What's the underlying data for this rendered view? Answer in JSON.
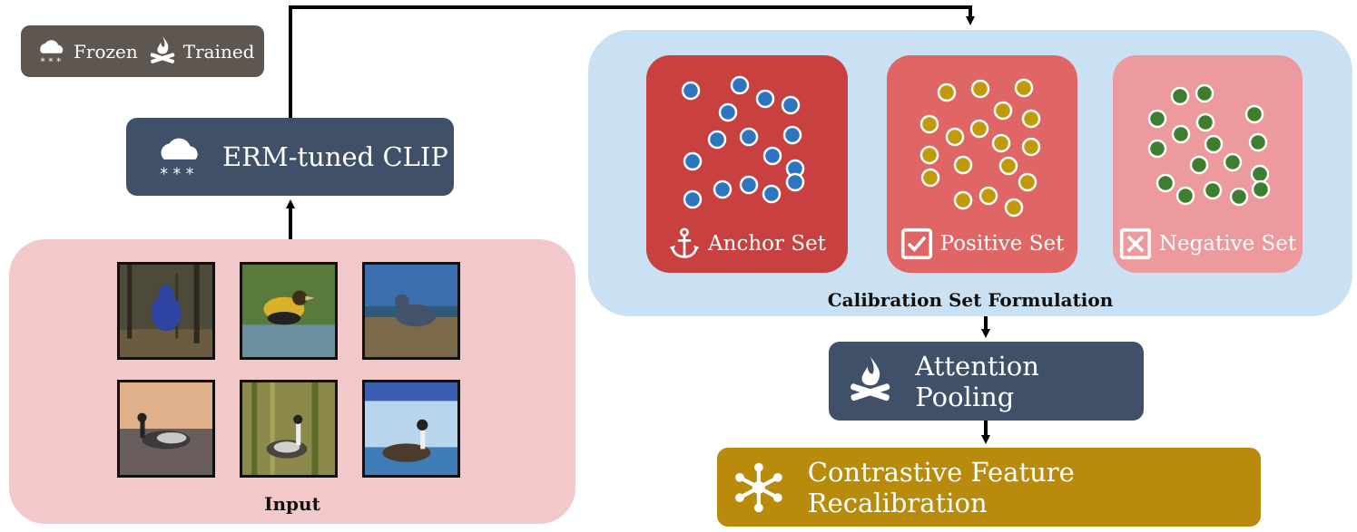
{
  "legend": {
    "frozen_label": "Frozen",
    "trained_label": "Trained",
    "frozen_icon": "snow-cloud-icon",
    "trained_icon": "fire-icon"
  },
  "clip_box": {
    "label": "ERM-tuned CLIP",
    "icon": "snow-cloud-icon"
  },
  "input_panel": {
    "label": "Input",
    "images": [
      {
        "icon": "bird-photo-forest"
      },
      {
        "icon": "bird-photo-stream"
      },
      {
        "icon": "bird-photo-coast"
      },
      {
        "icon": "bird-photo-sunset-lake"
      },
      {
        "icon": "bird-photo-bamboo"
      },
      {
        "icon": "bird-photo-glacier"
      }
    ]
  },
  "calibration": {
    "label": "Calibration Set Formulation",
    "sets": [
      {
        "label": "Anchor Set",
        "icon": "anchor-icon",
        "dot_color": "#2e75c0",
        "box_color": "#c8403f"
      },
      {
        "label": "Positive Set",
        "icon": "checkbox-icon",
        "dot_color": "#c19a0a",
        "box_color": "#e06565"
      },
      {
        "label": "Negative Set",
        "icon": "x-box-icon",
        "dot_color": "#3f7e2e",
        "box_color": "#ed9a9e"
      }
    ]
  },
  "pooling_box": {
    "label": "Attention Pooling",
    "icon": "fire-icon"
  },
  "recalibration_box": {
    "label": "Contrastive Feature Recalibration",
    "icon": "network-icon"
  },
  "colors": {
    "navy": "#3f5068",
    "gold": "#b88b0d",
    "input_bg": "#f2c8ca",
    "calib_bg": "#c9e1f2",
    "legend_bg": "#5e5751"
  }
}
